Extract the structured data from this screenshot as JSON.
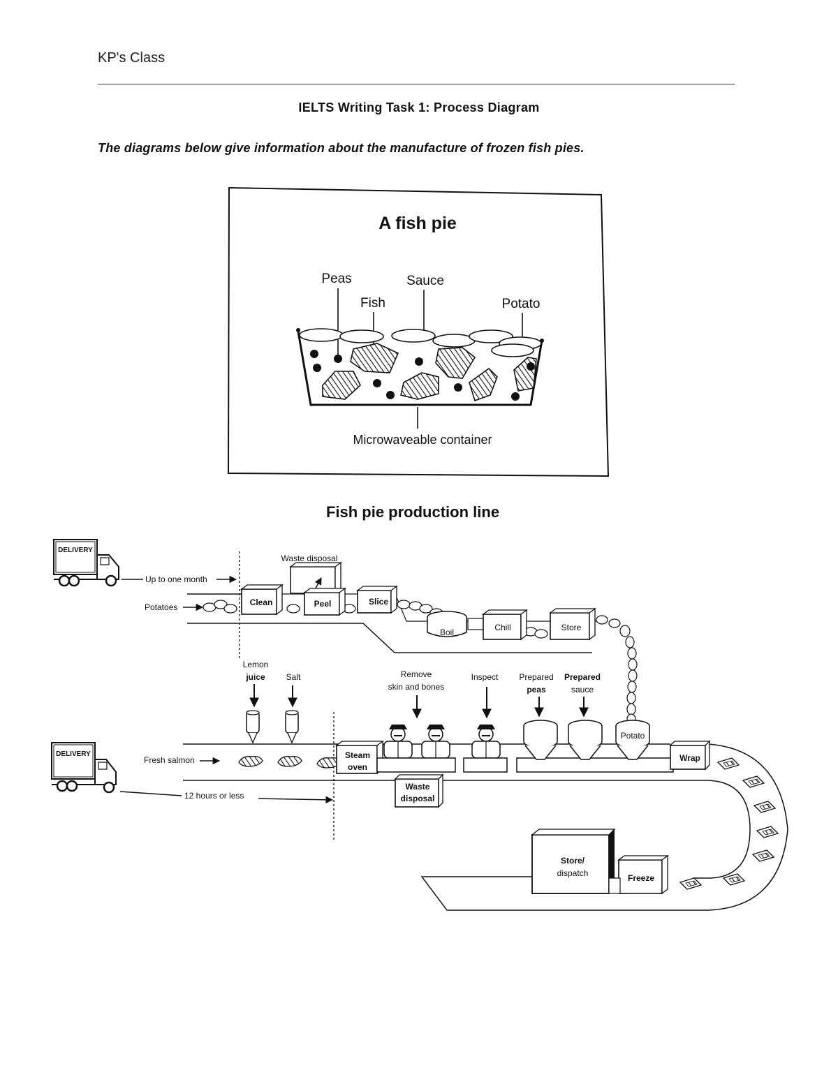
{
  "header": {
    "class_name": "KP's Class",
    "title": "IELTS Writing Task 1: Process Diagram",
    "description": "The diagrams below give information about the manufacture of frozen fish pies."
  },
  "fish_pie": {
    "title": "A fish pie",
    "labels": {
      "peas": "Peas",
      "fish": "Fish",
      "sauce": "Sauce",
      "potato": "Potato",
      "container": "Microwaveable container"
    }
  },
  "production_line": {
    "title": "Fish pie production line",
    "potato_line": {
      "delivery": "DELIVERY",
      "up_to": "Up to one month",
      "potatoes": "Potatoes",
      "waste_disposal": "Waste disposal",
      "steps": [
        "Clean",
        "Peel",
        "Slice",
        "Boil",
        "Chill",
        "Store"
      ]
    },
    "salmon_line": {
      "delivery": "DELIVERY",
      "fresh_salmon": "Fresh salmon",
      "hours": "12 hours or less",
      "lemon_1": "Lemon",
      "lemon_2": "juice",
      "salt": "Salt",
      "steam_1": "Steam",
      "steam_2": "oven",
      "remove_1": "Remove",
      "remove_2": "skin and bones",
      "waste_1": "Waste",
      "waste_2": "disposal",
      "inspect": "Inspect",
      "peas_1": "Prepared",
      "peas_2": "peas",
      "sauce_1": "Prepared",
      "sauce_2": "sauce",
      "potato": "Potato",
      "wrap": "Wrap",
      "freeze": "Freeze",
      "store_1": "Store/",
      "store_2": "dispatch"
    }
  }
}
